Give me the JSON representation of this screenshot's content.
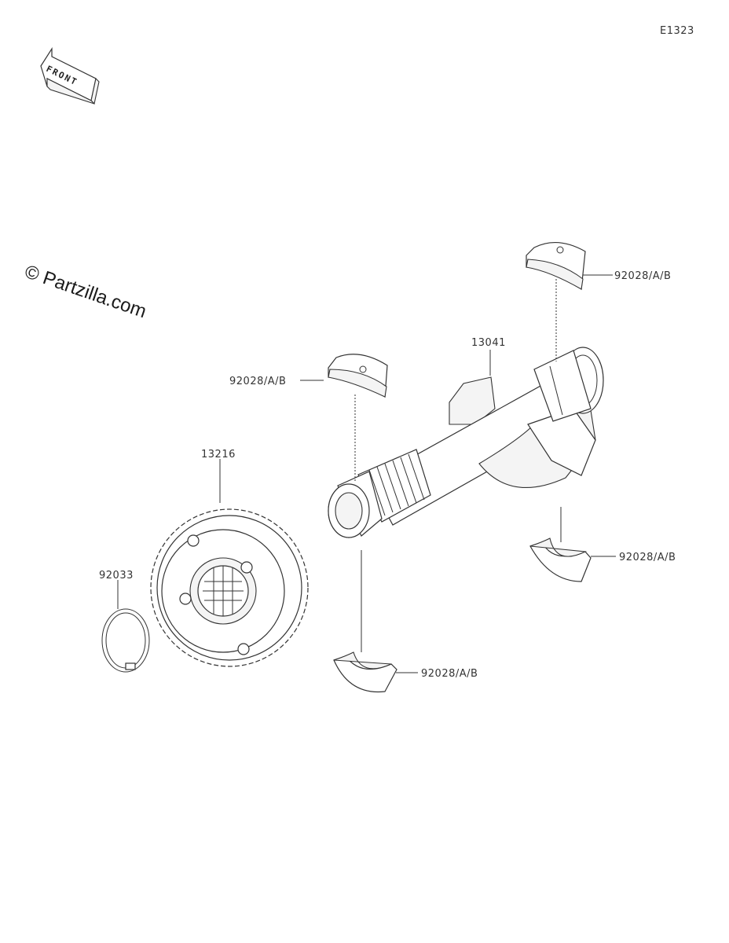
{
  "diagram_id": "E1323",
  "front_label": "FRONT",
  "watermark": "© Partzilla.com",
  "callouts": {
    "shaft": "13041",
    "gear": "13216",
    "circlip": "92033",
    "bearing_top_right": "92028/A/B",
    "bearing_top_left": "92028/A/B",
    "bearing_bottom_right": "92028/A/B",
    "bearing_bottom_left": "92028/A/B"
  }
}
